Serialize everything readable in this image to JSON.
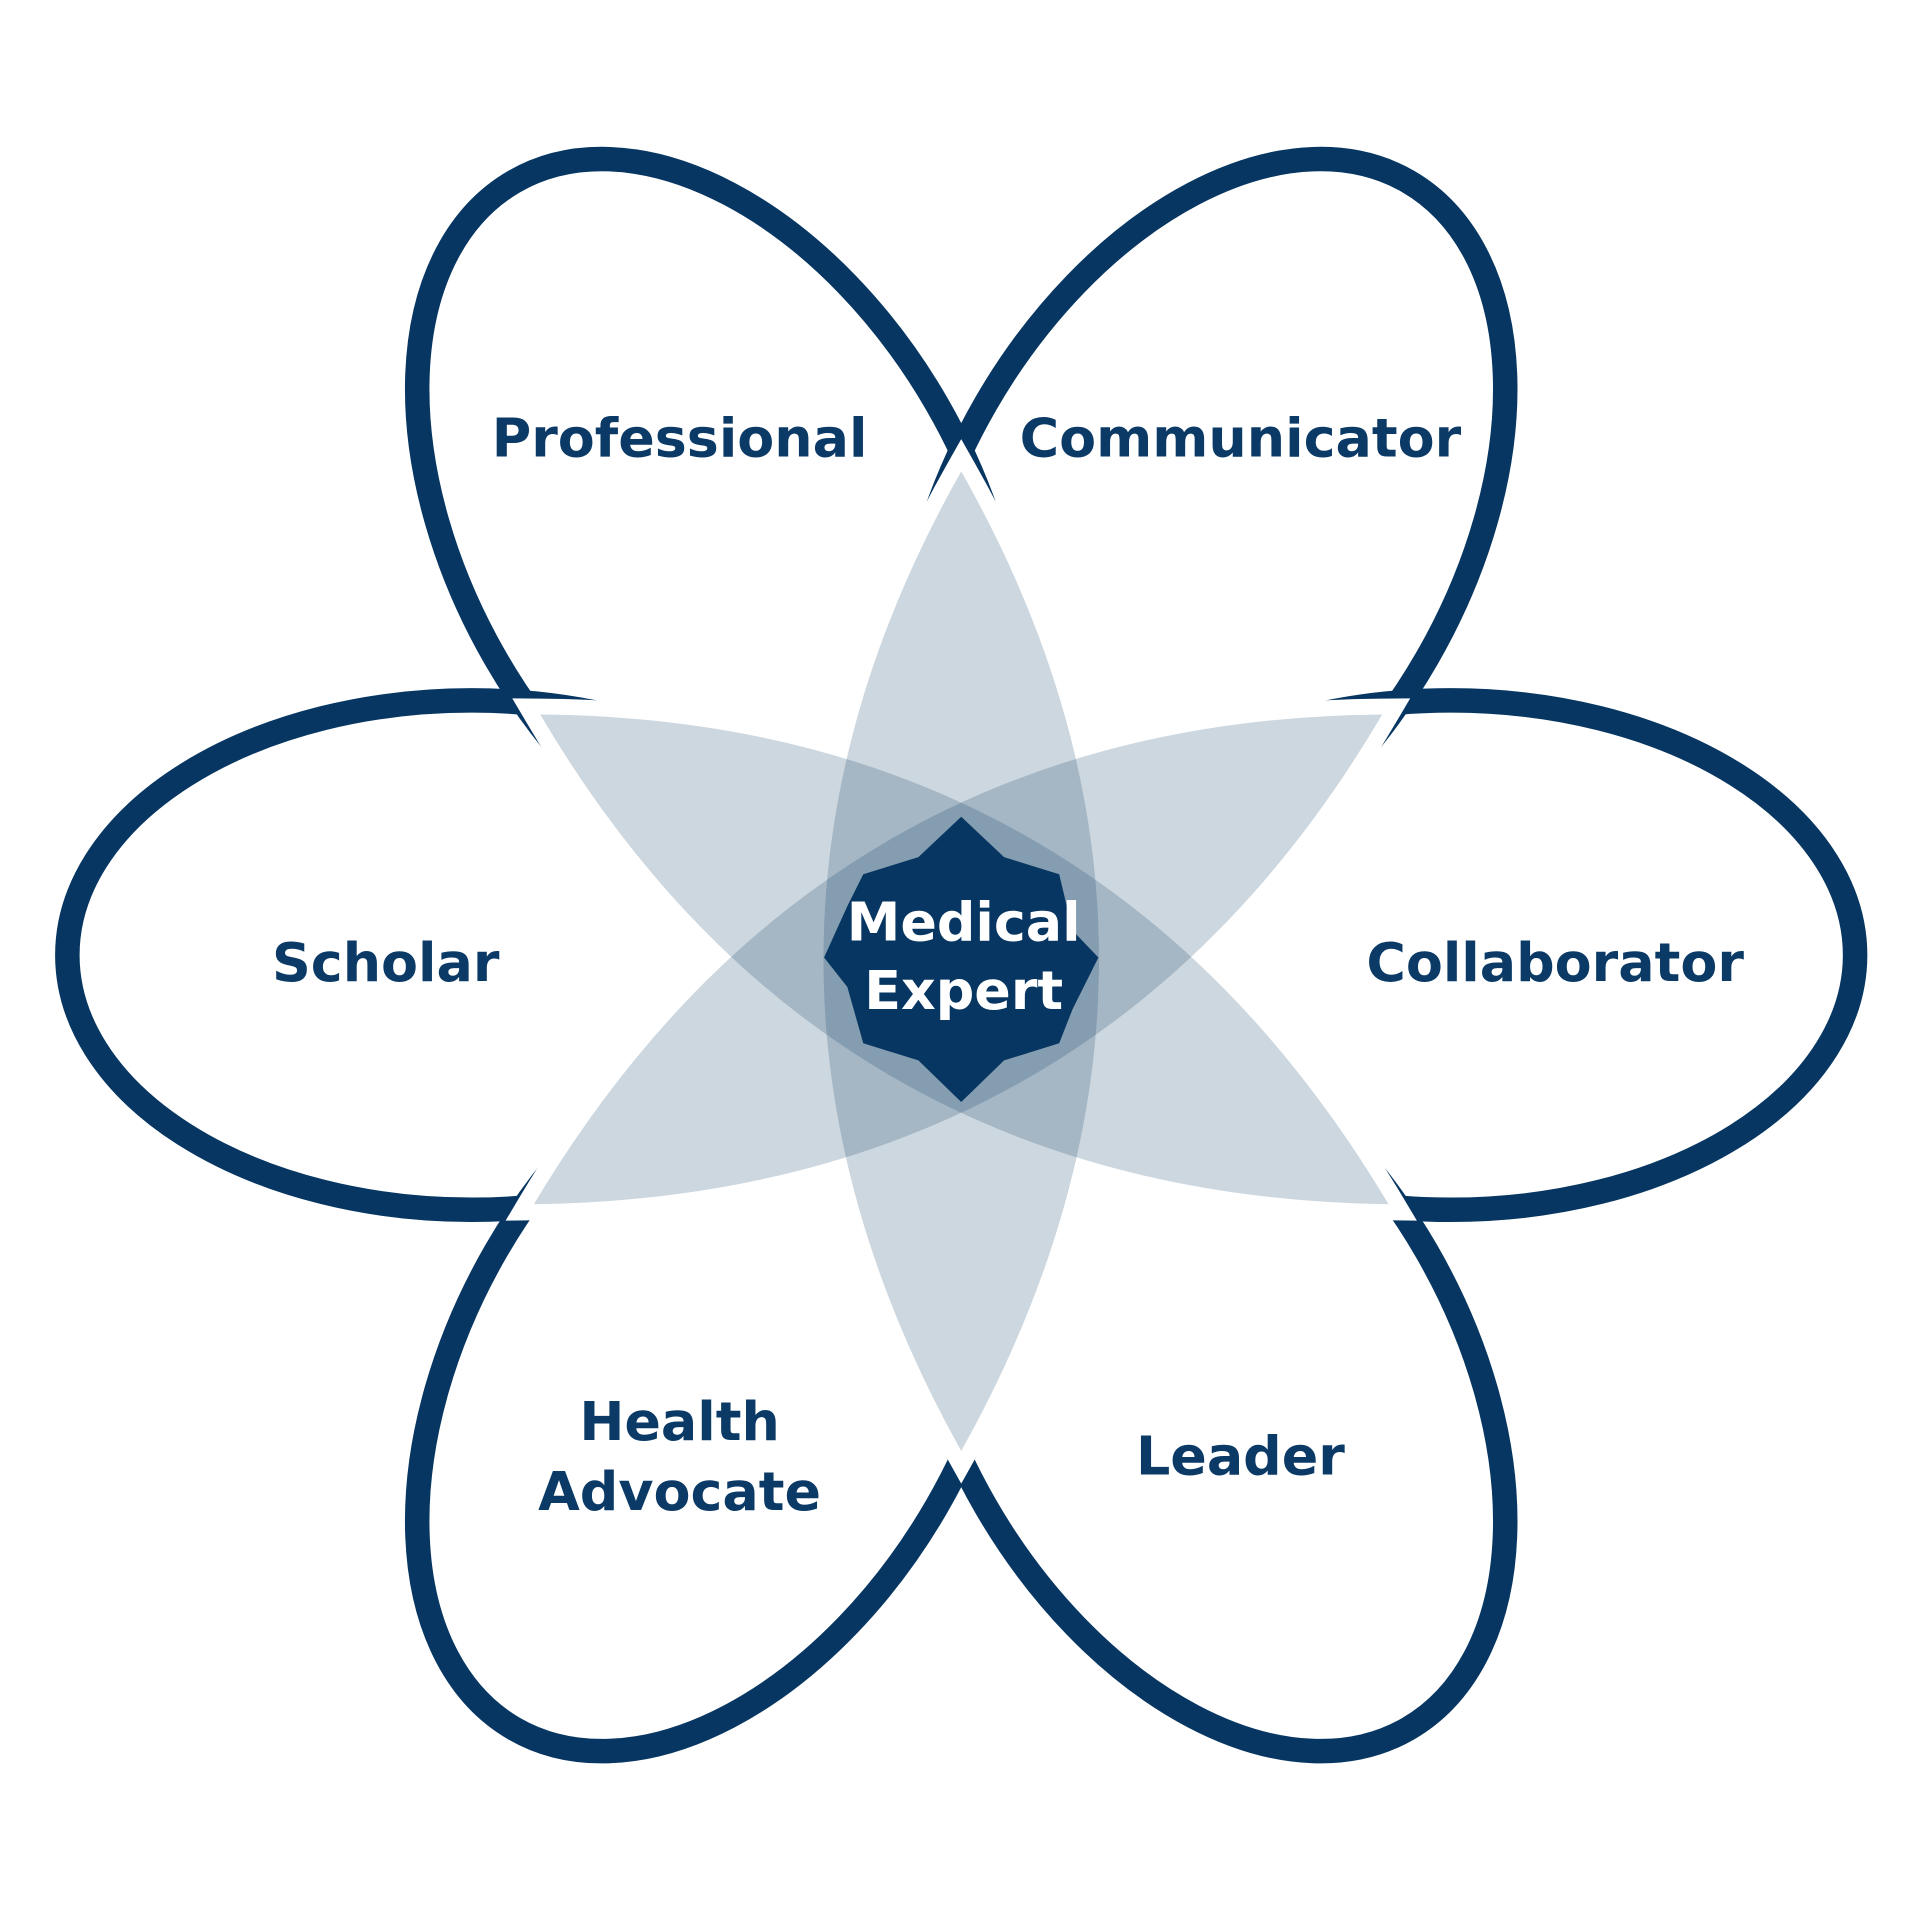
{
  "colors": {
    "outline": "#063661",
    "petal": "#d0d8e2",
    "center": "#063661",
    "background": "#ffffff"
  },
  "roles": {
    "professional": "Professional",
    "communicator": "Communicator",
    "scholar": "Scholar",
    "collaborator": "Collaborator",
    "health_advocate_line1": "Health",
    "health_advocate_line2": "Advocate",
    "leader": "Leader"
  },
  "center": {
    "line1": "Medical",
    "line2": "Expert"
  }
}
